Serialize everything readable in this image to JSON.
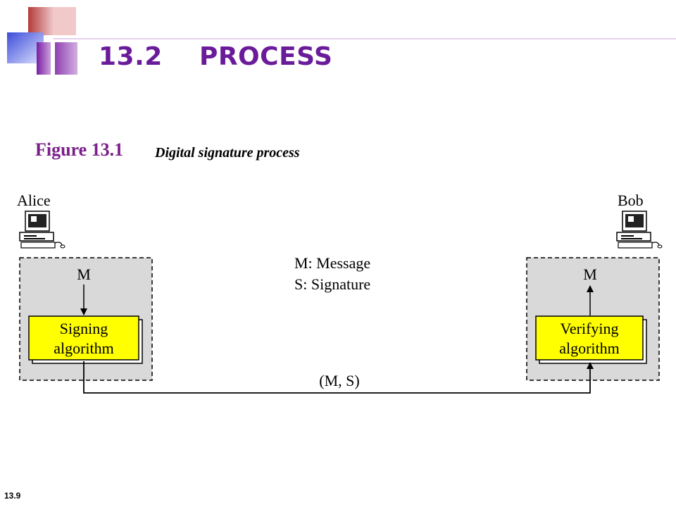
{
  "slide": {
    "title": "13.2    PROCESS",
    "figure_number": "Figure 13.1",
    "figure_caption": "Digital signature process",
    "slide_number": "13.9"
  },
  "diagram": {
    "sender": "Alice",
    "receiver": "Bob",
    "sender_message": "M",
    "receiver_message": "M",
    "legend_m": "M: Message",
    "legend_s": "S: Signature",
    "signing_box": [
      "Signing",
      "algorithm"
    ],
    "verifying_box": [
      "Verifying",
      "algorithm"
    ],
    "channel_label": "(M, S)"
  },
  "colors": {
    "title": "#6a1b9a",
    "figure_number": "#7a1f8a",
    "algorithm_box": "#ffff00",
    "zone_fill": "#d9d9d9",
    "logo_red": "#c0504d",
    "logo_blue": "#4a5bd6"
  },
  "icons": [
    "computer-icon"
  ]
}
